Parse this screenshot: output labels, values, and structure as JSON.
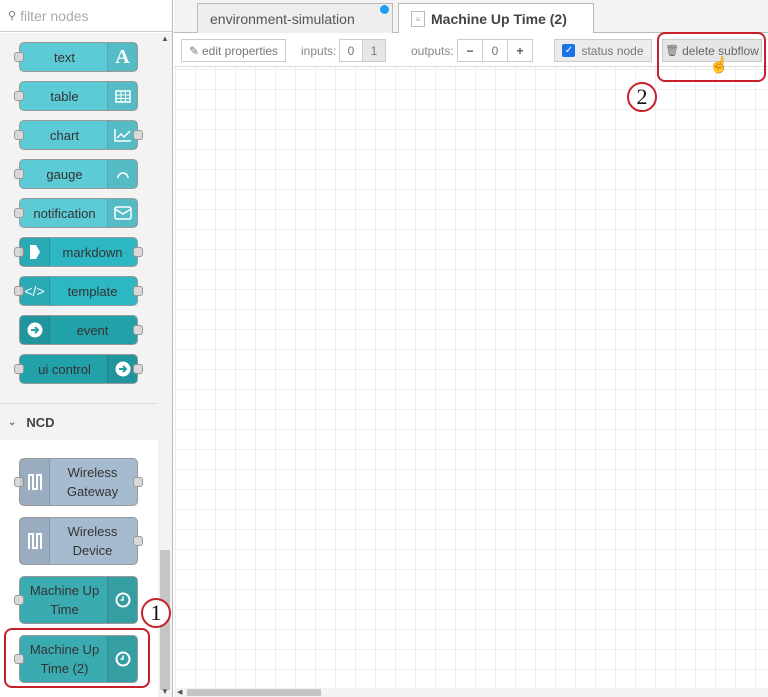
{
  "sidebar": {
    "filter_placeholder": "filter nodes",
    "dashboard_nodes": [
      {
        "label": "text",
        "icon": "letter-a-icon",
        "color": "#5ccbd5"
      },
      {
        "label": "table",
        "icon": "table-icon",
        "color": "#5ccbd5"
      },
      {
        "label": "chart",
        "icon": "line-chart-icon",
        "color": "#5ccbd5"
      },
      {
        "label": "gauge",
        "icon": "gauge-icon",
        "color": "#5ccbd5"
      },
      {
        "label": "notification",
        "icon": "envelope-icon",
        "color": "#5ccbd5"
      },
      {
        "label": "markdown",
        "icon": "markdown-arrow-icon",
        "color": "#2db7c3"
      },
      {
        "label": "template",
        "icon": "code-icon",
        "color": "#2db7c3"
      },
      {
        "label": "event",
        "icon": "arrow-circle-icon",
        "color": "#23a1a9"
      },
      {
        "label": "ui control",
        "icon": "arrow-circle-icon",
        "color": "#23a1a9"
      }
    ],
    "category": "NCD",
    "ncd_nodes": [
      {
        "label_1": "Wireless",
        "label_2": "Gateway",
        "icon": "pulse-wave-icon",
        "color": "#a6bbcf"
      },
      {
        "label_1": "Wireless",
        "label_2": "Device",
        "icon": "pulse-wave-icon",
        "color": "#a6bbcf"
      },
      {
        "label_1": "Machine Up",
        "label_2": "Time",
        "icon": "clock-icon",
        "color": "#3aabb0"
      },
      {
        "label_1": "Machine Up",
        "label_2": "Time (2)",
        "icon": "clock-icon",
        "color": "#3aabb0"
      }
    ]
  },
  "tabs": [
    {
      "label": "environment-simulation",
      "modified": true
    },
    {
      "label": "Machine Up Time (2)",
      "active": true
    }
  ],
  "toolbar": {
    "edit_properties": "edit properties",
    "inputs_label": "inputs:",
    "inputs_options": [
      "0",
      "1"
    ],
    "outputs_label": "outputs:",
    "outputs_minus": "−",
    "outputs_value": "0",
    "outputs_plus": "+",
    "status_node": "status node",
    "status_checked": true,
    "delete_subflow": "delete subflow"
  },
  "annotations": {
    "one": "1",
    "two": "2"
  },
  "colors": {
    "annotation": "#c8202a",
    "modified_dot": "#1e9ef5"
  }
}
